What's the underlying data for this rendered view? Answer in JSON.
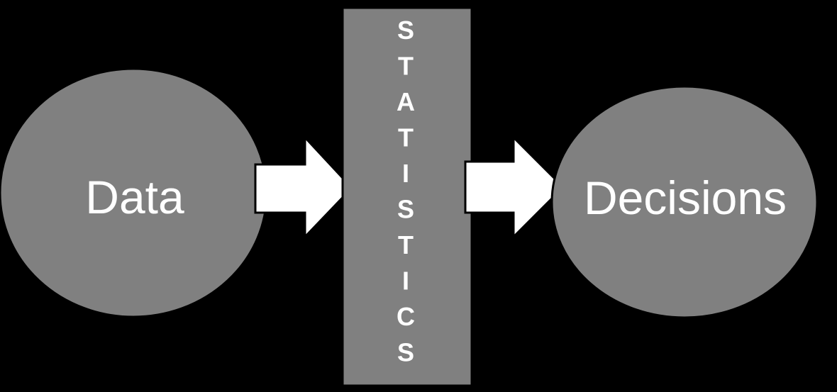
{
  "diagram": {
    "left_node": {
      "label": "Data"
    },
    "center_bar": {
      "label": "STATISTICS"
    },
    "right_node": {
      "label": "Decisions"
    }
  },
  "colors": {
    "background": "#000000",
    "shape_fill": "#808080",
    "arrow_fill": "#ffffff",
    "text": "#ffffff"
  }
}
